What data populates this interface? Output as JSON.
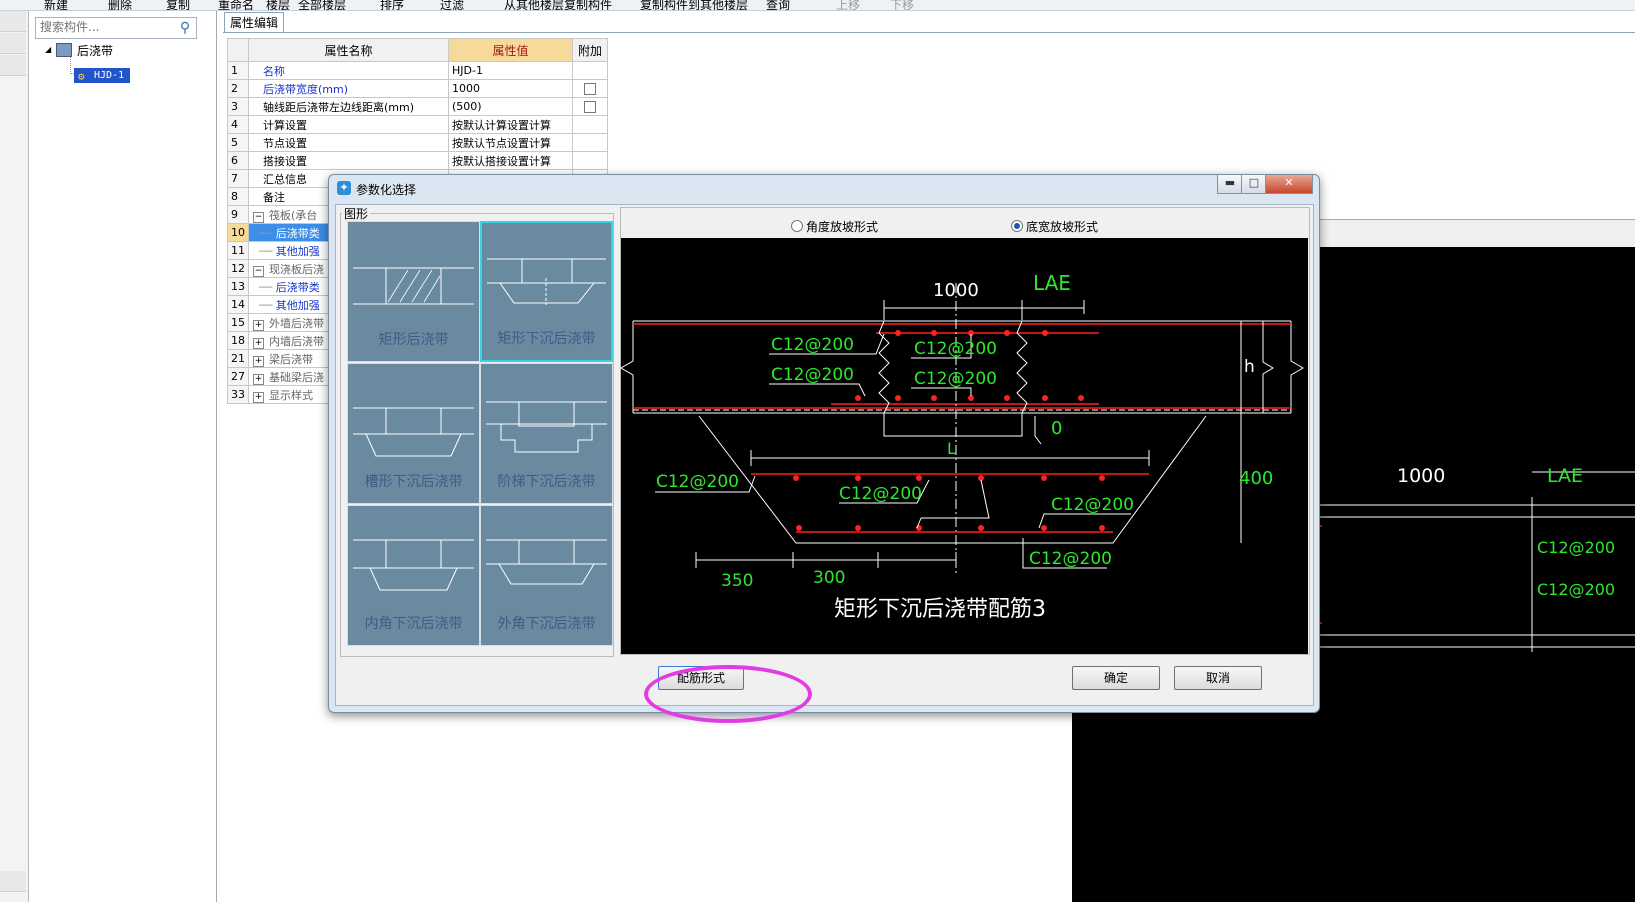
{
  "toolbar": {
    "items": [
      "新建",
      "删除",
      "复制",
      "重命名",
      "楼层",
      "全部楼层",
      "排序",
      "过滤",
      "从其他楼层复制构件",
      "复制构件到其他楼层",
      "查询",
      "上移",
      "下移"
    ]
  },
  "tree": {
    "search_placeholder": "搜索构件...",
    "root_label": "后浇带",
    "child_label": "HJD-1"
  },
  "property_editor": {
    "tab_label": "属性编辑",
    "headers": {
      "name": "属性名称",
      "value": "属性值",
      "extra": "附加"
    },
    "rows": [
      {
        "num": "1",
        "name": "名称",
        "value": "HJD-1",
        "blue": true,
        "check": false
      },
      {
        "num": "2",
        "name": "后浇带宽度(mm)",
        "value": "1000",
        "blue": true,
        "check": true
      },
      {
        "num": "3",
        "name": "轴线距后浇带左边线距离(mm)",
        "value": "(500)",
        "blue": false,
        "check": true
      },
      {
        "num": "4",
        "name": "计算设置",
        "value": "按默认计算设置计算",
        "blue": false,
        "check": false
      },
      {
        "num": "5",
        "name": "节点设置",
        "value": "按默认节点设置计算",
        "blue": false,
        "check": false
      },
      {
        "num": "6",
        "name": "搭接设置",
        "value": "按默认搭接设置计算",
        "blue": false,
        "check": false
      },
      {
        "num": "7",
        "name": "汇总信息",
        "value": "",
        "blue": false,
        "check": false
      },
      {
        "num": "8",
        "name": "备注",
        "value": "",
        "blue": false,
        "check": false
      },
      {
        "num": "9",
        "name": "筏板(承台",
        "value": "",
        "group": true
      },
      {
        "num": "10",
        "name": "后浇带类",
        "value": "",
        "blue": true,
        "indent": true,
        "selected": true
      },
      {
        "num": "11",
        "name": "其他加强",
        "value": "",
        "blue": true,
        "indent": true
      },
      {
        "num": "12",
        "name": "现浇板后浇",
        "value": "",
        "group": true
      },
      {
        "num": "13",
        "name": "后浇带类",
        "value": "",
        "blue": true,
        "indent": true
      },
      {
        "num": "14",
        "name": "其他加强",
        "value": "",
        "blue": true,
        "indent": true
      },
      {
        "num": "15",
        "name": "外墙后浇带",
        "value": "",
        "group": true,
        "plus": true
      },
      {
        "num": "18",
        "name": "内墙后浇带",
        "value": "",
        "group": true,
        "plus": true
      },
      {
        "num": "21",
        "name": "梁后浇带",
        "value": "",
        "group": true,
        "plus": true
      },
      {
        "num": "27",
        "name": "基础梁后浇",
        "value": "",
        "group": true,
        "plus": true
      },
      {
        "num": "33",
        "name": "显示样式",
        "value": "",
        "group": true,
        "plus": true
      }
    ]
  },
  "background_preview": {
    "dim_label": "1000",
    "lae_label": "LAE",
    "rebar_top": "C12@200",
    "rebar_bottom": "C12@200"
  },
  "dialog": {
    "title": "参数化选择",
    "group_label": "图形",
    "shapes": [
      {
        "label": "矩形后浇带",
        "selected": false
      },
      {
        "label": "矩形下沉后浇带",
        "selected": true
      },
      {
        "label": "槽形下沉后浇带",
        "selected": false
      },
      {
        "label": "阶梯下沉后浇带",
        "selected": false
      },
      {
        "label": "内角下沉后浇带",
        "selected": false
      },
      {
        "label": "外角下沉后浇带",
        "selected": false
      }
    ],
    "radio_angle": "角度放坡形式",
    "radio_width": "底宽放坡形式",
    "radio_selected": "底宽放坡形式",
    "cad": {
      "dim_top": "1000",
      "lae": "LAE",
      "rebar_1": "C12@200",
      "rebar_2": "C12@200",
      "rebar_3": "C12@200",
      "rebar_4": "C12@200",
      "rebar_5": "C12@200",
      "rebar_6": "C12@200",
      "rebar_7": "C12@200",
      "rebar_8": "C12@200",
      "h": "h",
      "zero": "0",
      "L": "L",
      "dim_400": "400",
      "dim_350": "350",
      "dim_300": "300",
      "caption": "矩形下沉后浇带配筋3"
    },
    "btn_rebar_form": "配筋形式",
    "btn_ok": "确定",
    "btn_cancel": "取消"
  },
  "colors": {
    "cad_green": "#2ee62e",
    "cad_red": "#ff2020",
    "cad_white": "#ffffff",
    "highlight": "#e23be6",
    "selected_row": "#3d8ee8"
  }
}
